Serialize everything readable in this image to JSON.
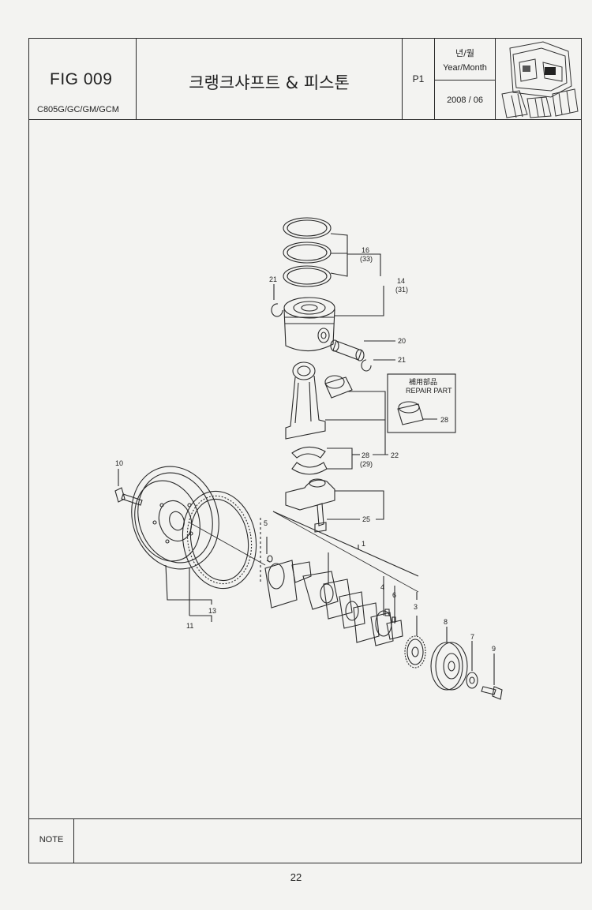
{
  "header": {
    "fig_label": "FIG 009",
    "model": "C805G/GC/GM/GCM",
    "title": "크랭크샤프트 & 피스톤",
    "page": "P1",
    "year_month_korean": "년/월",
    "year_month_english": "Year/Month",
    "date": "2008 / 06",
    "machine_icon": "combine-harvester-icon"
  },
  "diagram": {
    "callouts": {
      "c16": "16",
      "c33": "(33)",
      "c14": "14",
      "c31": "(31)",
      "c21a": "21",
      "c20": "20",
      "c21b": "21",
      "repair_kr": "補用部品",
      "repair_en": "REPAIR PART",
      "c28box": "28",
      "c28": "28",
      "c29": "(29)",
      "c22": "22",
      "c25": "25",
      "c10": "10",
      "c5": "5",
      "c1": "1",
      "c4": "4",
      "c6": "6",
      "c3": "3",
      "c8": "8",
      "c7": "7",
      "c9": "9",
      "c13": "13",
      "c11": "11"
    }
  },
  "footer": {
    "note_label": "NOTE",
    "page_number": "22"
  }
}
